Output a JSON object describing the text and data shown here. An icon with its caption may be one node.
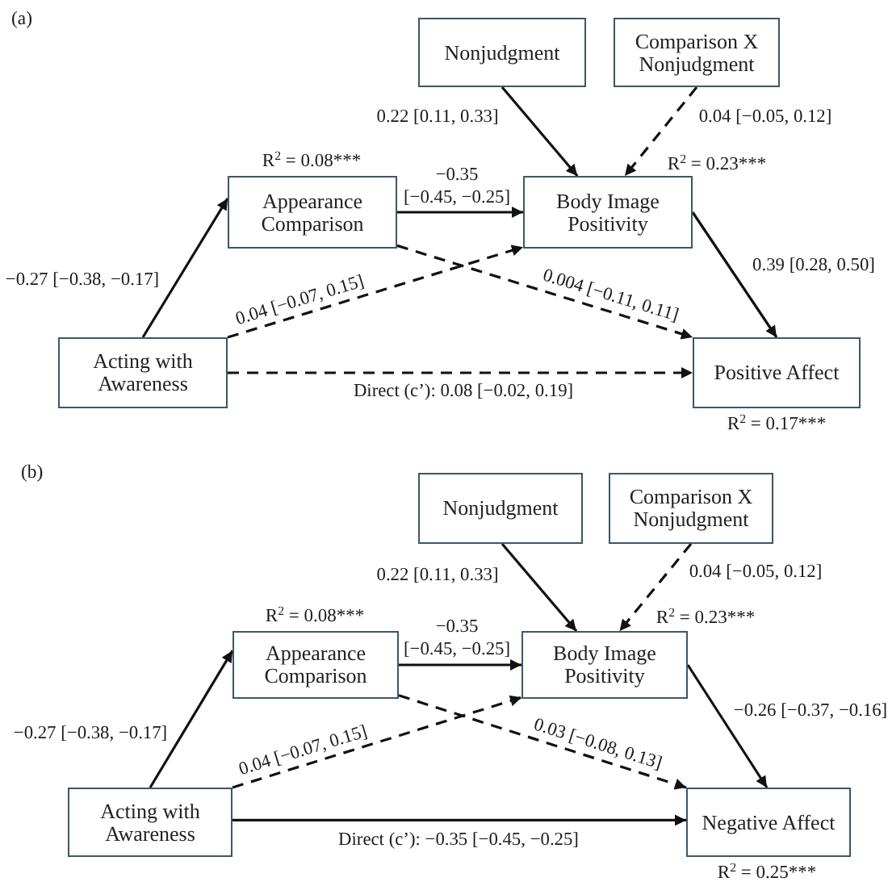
{
  "diagram": {
    "nodes": [
      {
        "text": [
          "Nonjudgment"
        ]
      },
      {
        "text": [
          "Comparison X Nonjudgment"
        ]
      },
      {
        "text": [
          "Appearance Comparison"
        ],
        "beside": [
          "R$^{2}$ = 0.08***"
        ]
      },
      {
        "text": [
          "Body Image Positivity"
        ],
        "beside": [
          "R$^{2}$ = 0.23***"
        ]
      },
      {
        "text": [
          "Acting with Awareness"
        ]
      },
      {
        "text": [
          "Positive Affect"
        ],
        "beside": [
          "R$^{2}$ = 0.17***"
        ]
      },
      {
        "text": [
          "Nonjudgment"
        ]
      },
      {
        "text": [
          "Comparison X Nonjudgment"
        ]
      },
      {
        "text": [
          "Appearance Comparison"
        ],
        "beside": [
          "R$^{2}$ = 0.08***"
        ]
      },
      {
        "text": [
          "Body Image Positivity"
        ],
        "beside": [
          "R$^{2}$ = 0.23***"
        ]
      },
      {
        "text": [
          "Acting with Awareness"
        ]
      },
      {
        "text": [
          "Negative Affect"
        ],
        "beside": [
          "R$^{2}$ = 0.25***"
        ]
      }
    ],
    "edges": [
      {
        "from": 0,
        "to": 3,
        "arrow": "to",
        "label": "0.22 [0.11, 0.33]"
      },
      {
        "from": 1,
        "to": 3,
        "arrow": "to",
        "style": "dashed",
        "label": "0.04 [−0.05, 0.12]"
      },
      {
        "from": 2,
        "to": 3,
        "arrow": "to",
        "label": "−0.35 [−0.45, −0.25]"
      },
      {
        "from": 4,
        "to": 2,
        "arrow": "to",
        "label": "−0.27 [−0.38, −0.17]"
      },
      {
        "from": 4,
        "to": 3,
        "arrow": "to",
        "style": "dashed",
        "label": "0.04 [−0.07, 0.15]"
      },
      {
        "from": 2,
        "to": 5,
        "arrow": "to",
        "style": "dashed",
        "label": "0.004 [−0.11, 0.11]"
      },
      {
        "from": 3,
        "to": 5,
        "arrow": "to",
        "label": "0.39 [0.28, 0.50]"
      },
      {
        "from": 4,
        "to": 5,
        "arrow": "to",
        "style": "dashed",
        "label": "Direct (c’): 0.08 [−0.02, 0.19]"
      },
      {
        "from": 6,
        "to": 9,
        "arrow": "to",
        "label": "0.22 [0.11, 0.33]"
      },
      {
        "from": 7,
        "to": 9,
        "arrow": "to",
        "style": "dashed",
        "label": "0.04 [−0.05, 0.12]"
      },
      {
        "from": 8,
        "to": 9,
        "arrow": "to",
        "label": "−0.35 [−0.45, −0.25]"
      },
      {
        "from": 10,
        "to": 8,
        "arrow": "to",
        "label": "−0.27 [−0.38, −0.17]"
      },
      {
        "from": 10,
        "to": 9,
        "arrow": "to",
        "style": "dashed",
        "label": "0.04 [−0.07, 0.15]"
      },
      {
        "from": 8,
        "to": 11,
        "arrow": "to",
        "style": "dashed",
        "label": "0.03 [−0.08, 0.13]"
      },
      {
        "from": 9,
        "to": 11,
        "arrow": "to",
        "label": "−0.26 [−0.37, −0.16]"
      },
      {
        "from": 10,
        "to": 11,
        "arrow": "to",
        "label": "Direct (c’): −0.35 [−0.45, −0.25]"
      }
    ],
    "labels": [
      "(a)",
      "(b)"
    ]
  }
}
